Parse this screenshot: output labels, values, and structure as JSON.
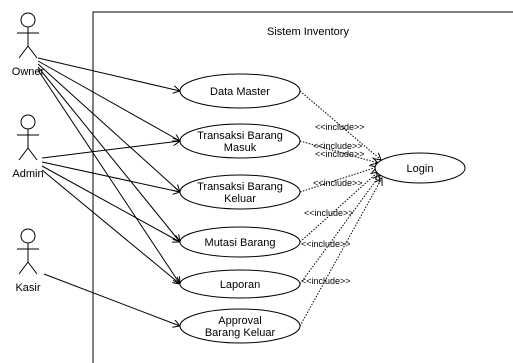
{
  "system": {
    "title": "Sistem Inventory"
  },
  "actors": [
    {
      "id": "owner",
      "label": "Owner"
    },
    {
      "id": "admin",
      "label": "Admin"
    },
    {
      "id": "kasir",
      "label": "Kasir"
    }
  ],
  "use_cases": [
    {
      "id": "data-master",
      "lines": [
        "Data Master"
      ]
    },
    {
      "id": "transaksi-masuk",
      "lines": [
        "Transaksi Barang",
        "Masuk"
      ]
    },
    {
      "id": "transaksi-keluar",
      "lines": [
        "Transaksi Barang",
        "Keluar"
      ]
    },
    {
      "id": "mutasi",
      "lines": [
        "Mutasi Barang"
      ]
    },
    {
      "id": "laporan",
      "lines": [
        "Laporan"
      ]
    },
    {
      "id": "approval",
      "lines": [
        "Approval",
        "Barang Keluar"
      ]
    },
    {
      "id": "login",
      "lines": [
        "Login"
      ]
    }
  ],
  "associations": [
    {
      "from": "owner",
      "to": "data-master"
    },
    {
      "from": "owner",
      "to": "transaksi-masuk"
    },
    {
      "from": "owner",
      "to": "transaksi-keluar"
    },
    {
      "from": "owner",
      "to": "mutasi"
    },
    {
      "from": "owner",
      "to": "laporan"
    },
    {
      "from": "admin",
      "to": "transaksi-masuk"
    },
    {
      "from": "admin",
      "to": "transaksi-keluar"
    },
    {
      "from": "admin",
      "to": "mutasi"
    },
    {
      "from": "admin",
      "to": "laporan"
    },
    {
      "from": "kasir",
      "to": "approval"
    }
  ],
  "include_label": "<<include>>",
  "includes": [
    {
      "from": "data-master",
      "to": "login",
      "label": "<<include>>"
    },
    {
      "from": "transaksi-masuk",
      "to": "login",
      "label": "<<include>>"
    },
    {
      "from": "transaksi-keluar",
      "to": "login",
      "label": "<<include>>"
    },
    {
      "from": "mutasi",
      "to": "login",
      "label": "<<include>>"
    },
    {
      "from": "laporan",
      "to": "login",
      "label": "<<include>>"
    },
    {
      "from": "approval",
      "to": "login",
      "label": ""
    }
  ],
  "include_extra_labels": [
    "<<include>>",
    "<<include>>"
  ]
}
